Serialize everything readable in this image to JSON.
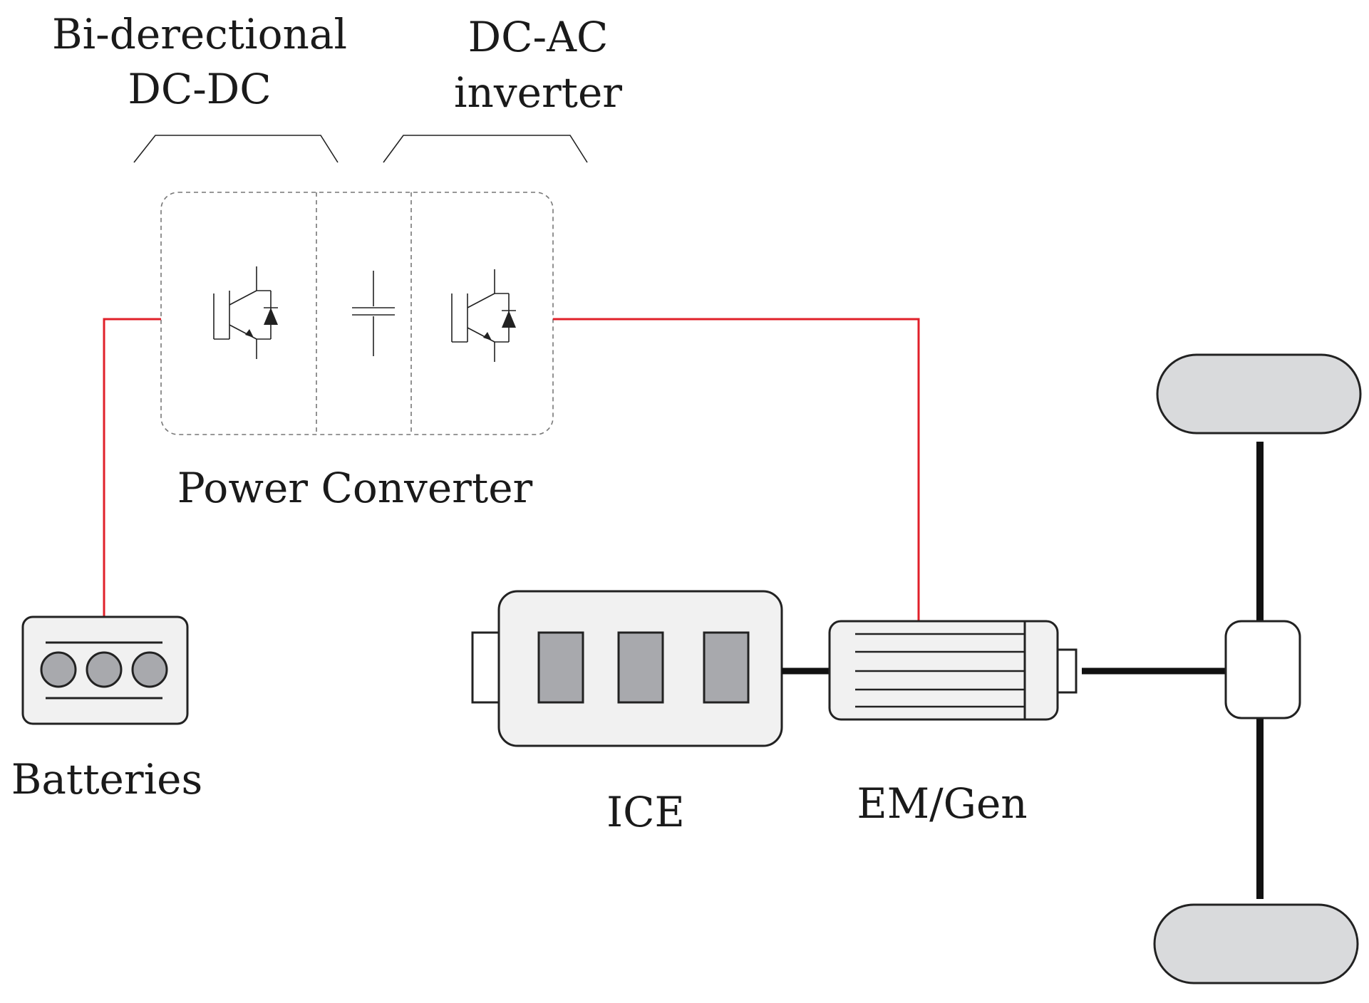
{
  "labels": {
    "dcdc_line1": "Bi-derectional",
    "dcdc_line2": "DC-DC",
    "inverter_line1": "DC-AC",
    "inverter_line2": "inverter",
    "power_converter": "Power Converter",
    "batteries": "Batteries",
    "ice": "ICE",
    "em_gen": "EM/Gen"
  },
  "colors": {
    "wire": "#e0202a",
    "outline": "#1a1a1a",
    "panel_fill": "#f1f1f1",
    "cell_fill": "#a8a9ad",
    "wheel_fill": "#d9dadc",
    "dashed": "#777777"
  }
}
